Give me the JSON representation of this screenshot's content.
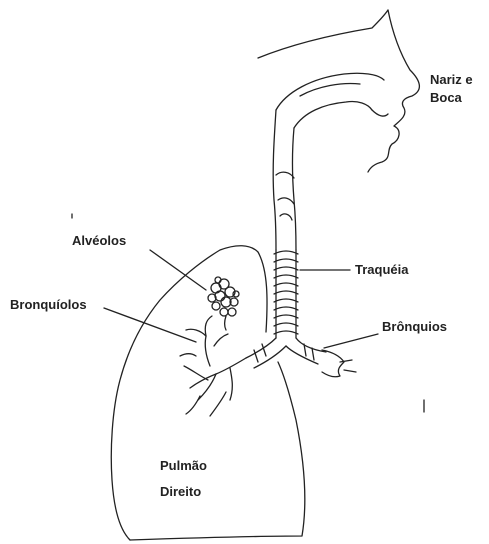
{
  "labels": {
    "nose_mouth_line1": "Nariz e",
    "nose_mouth_line2": "Boca",
    "alveoli": "Alvéolos",
    "trachea": "Traquéia",
    "bronchioles": "Bronquíolos",
    "bronchi": "Brônquios",
    "lung_line1": "Pulmão",
    "lung_line2": "Direito"
  },
  "colors": {
    "ink": "#222222",
    "background": "#ffffff"
  }
}
